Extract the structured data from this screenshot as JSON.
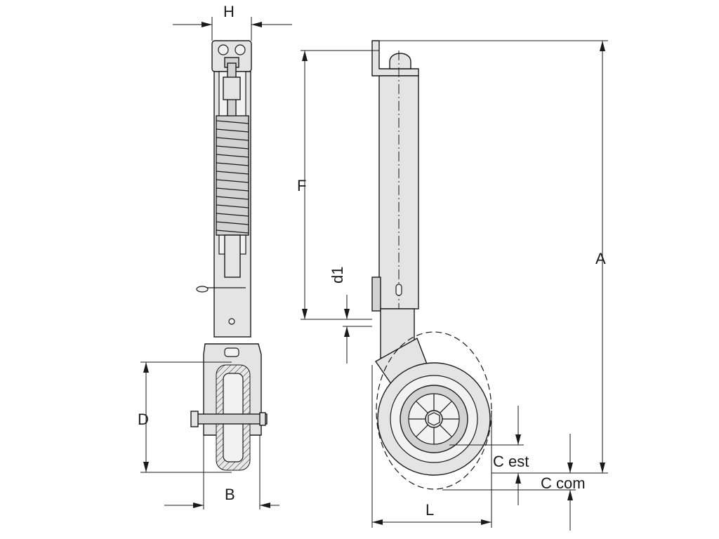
{
  "labels": {
    "H": "H",
    "F": "F",
    "A": "A",
    "d1": "d1",
    "D": "D",
    "B": "B",
    "C_est": "C est",
    "C_com": "C com",
    "L": "L"
  }
}
